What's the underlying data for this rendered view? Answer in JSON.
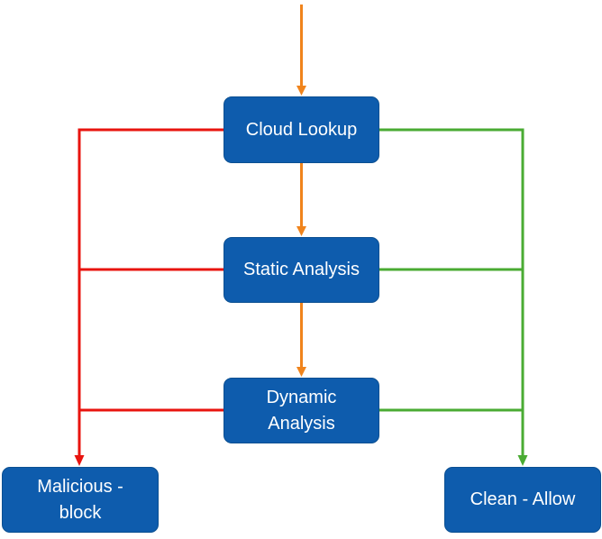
{
  "diagram": {
    "colors": {
      "node_fill": "#0e5cad",
      "node_border": "#0b4f91",
      "node_text": "#ffffff",
      "flow_arrow": "#f0841c",
      "malicious_arrow": "#e8140f",
      "clean_arrow": "#4aab33"
    },
    "nodes": {
      "cloud_lookup": {
        "label": "Cloud Lookup"
      },
      "static_analysis": {
        "label": "Static Analysis"
      },
      "dynamic_analysis": {
        "label": "Dynamic\nAnalysis"
      },
      "malicious": {
        "label": "Malicious -\nblock"
      },
      "clean": {
        "label": "Clean - Allow"
      }
    },
    "edges": [
      {
        "from": "input",
        "to": "cloud_lookup",
        "kind": "flow"
      },
      {
        "from": "cloud_lookup",
        "to": "static_analysis",
        "kind": "flow"
      },
      {
        "from": "static_analysis",
        "to": "dynamic_analysis",
        "kind": "flow"
      },
      {
        "from": "cloud_lookup",
        "to": "malicious",
        "kind": "malicious"
      },
      {
        "from": "static_analysis",
        "to": "malicious",
        "kind": "malicious"
      },
      {
        "from": "dynamic_analysis",
        "to": "malicious",
        "kind": "malicious"
      },
      {
        "from": "cloud_lookup",
        "to": "clean",
        "kind": "clean"
      },
      {
        "from": "static_analysis",
        "to": "clean",
        "kind": "clean"
      },
      {
        "from": "dynamic_analysis",
        "to": "clean",
        "kind": "clean"
      }
    ]
  }
}
